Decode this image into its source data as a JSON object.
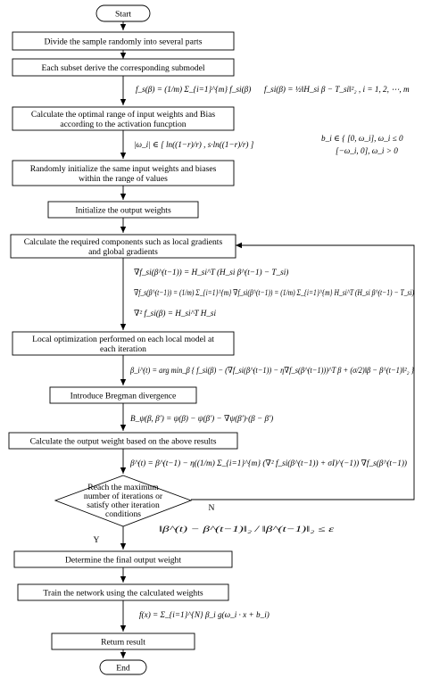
{
  "flowchart": {
    "start": "Start",
    "end": "End",
    "steps": [
      "Divide the sample randomly into several parts",
      "Each subset derive the corresponding submodel",
      "Calculate the optimal range of input weights and Bias",
      "according to the activation funcption",
      "Randomly initialize the same input weights and biases",
      "within the range of values",
      "Initialize the output weights",
      "Calculate the required components such as local gradients",
      "and global gradients",
      "Local optimization performed on each local model at",
      "each iteration",
      "Introduce Bregman divergence",
      "Calculate the output weight based on the above results",
      "Determine the final output weight",
      "Train the network using the calculated weights",
      "Return result"
    ],
    "decision": [
      "Reach the maximum",
      "number of iterations or",
      "satisfy other iteration",
      "conditions"
    ],
    "yes_label": "Y",
    "no_label": "N"
  },
  "formulas": {
    "submodel_sum": "f_s(β) = (1/m) Σ_{i=1}^{m} f_si(β)",
    "submodel_loss": "f_si(β) = ½‖H_si β − T_si‖²₂ , i = 1, 2, ⋯, m",
    "weight_range": "|ω_i| ∈ [ ln((1−r)/r) , s·ln((1−r)/r) ]",
    "bias_range_1": "b_i ∈ { [0, ω_i], ω_i ≤ 0",
    "bias_range_2": "[−ω_i, 0], ω_i > 0",
    "grad_local": "∇f_si(β^(t−1)) = H_si^T (H_si β^(t−1) − T_si)",
    "grad_global": "∇f_s(β^(t−1)) = (1/m) Σ_{i=1}^{m} ∇f_si(β^(t−1)) = (1/m) Σ_{i=1}^{m} H_si^T (H_si β^(t−1) − T_si)",
    "hessian": "∇² f_si(β) = H_si^T H_si",
    "local_opt": "β_i^(t) = arg min_β { f_si(β) − (∇f_si(β^(t−1)) − η∇f_s(β^(t−1)))^T β + (σ/2)‖β − β^(t−1)‖²₂ }",
    "bregman": "B_ψ(β, β′) = ψ(β) − ψ(β′) − ∇ψ(β′)·(β − β′)",
    "update": "β^(t) = β^(t−1) − η((1/m) Σ_{i=1}^{m} (∇² f_si(β^(t−1)) + σI)^(−1)) ∇f_s(β^(t−1))",
    "stop_criterion": "‖β^(t) − β^(t−1)‖₂ / ‖β^(t−1)‖₂ ≤ ε",
    "network": "f(x) = Σ_{i=1}^{N} β_i g(ω_i · x + b_i)"
  }
}
